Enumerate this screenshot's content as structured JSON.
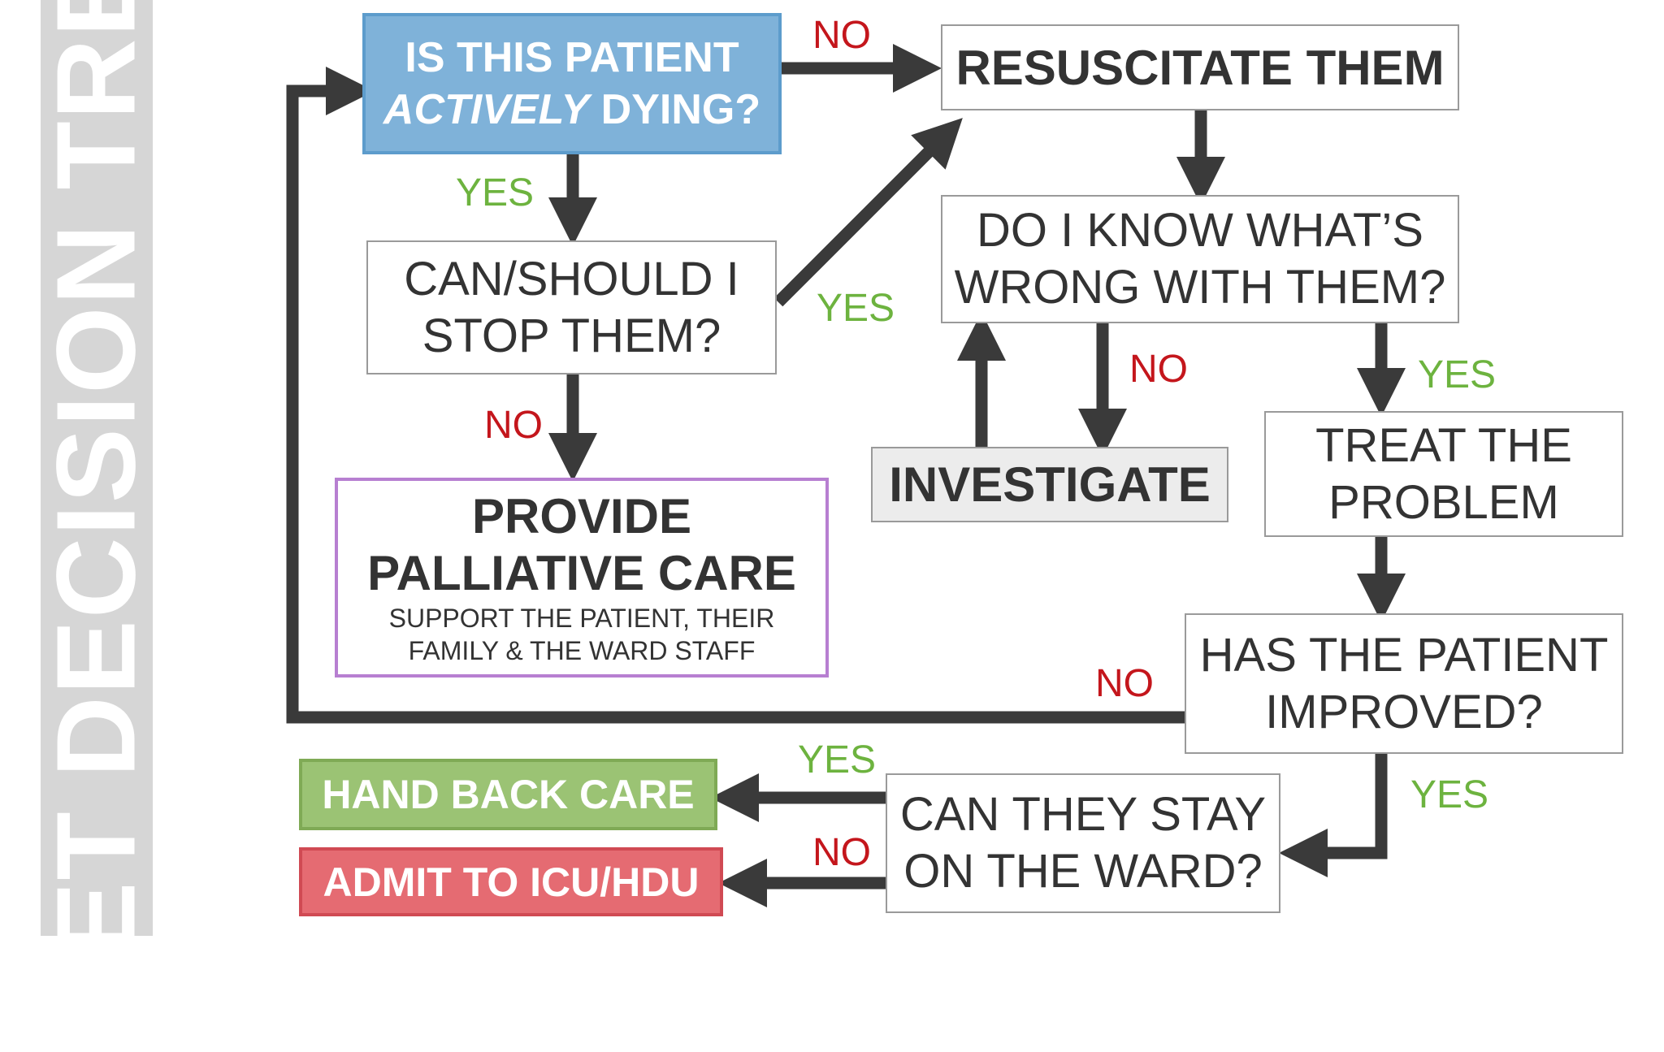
{
  "side_title": "MET DECISION TREE",
  "nodes": {
    "actively_dying": {
      "line1": "IS THIS PATIENT",
      "line2_em": "ACTIVELY",
      "line2_rest": " DYING?"
    },
    "resuscitate": {
      "text": "RESUSCITATE THEM"
    },
    "stop_them": {
      "line1": "CAN/SHOULD I",
      "line2": "STOP THEM?"
    },
    "know_wrong": {
      "line1": "DO I KNOW WHAT’S",
      "line2": "WRONG WITH THEM?"
    },
    "palliative": {
      "line1": "PROVIDE",
      "line2": "PALLIATIVE CARE",
      "sub1": "SUPPORT THE PATIENT, THEIR",
      "sub2": "FAMILY & THE WARD STAFF"
    },
    "investigate": {
      "text": "INVESTIGATE"
    },
    "treat": {
      "line1": "TREAT THE",
      "line2": "PROBLEM"
    },
    "improved": {
      "line1": "HAS THE PATIENT",
      "line2": "IMPROVED?"
    },
    "stay_ward": {
      "line1": "CAN THEY STAY",
      "line2": "ON THE WARD?"
    },
    "hand_back": {
      "text": "HAND BACK CARE"
    },
    "admit": {
      "text": "ADMIT TO ICU/HDU"
    }
  },
  "edge_labels": {
    "dying_no": "NO",
    "dying_yes": "YES",
    "stop_yes": "YES",
    "stop_no": "NO",
    "know_no": "NO",
    "know_yes": "YES",
    "improved_no": "NO",
    "improved_yes": "YES",
    "stay_yes": "YES",
    "stay_no": "NO"
  },
  "colors": {
    "arrow": "#3a3a3a",
    "yes": "#6db33f",
    "no": "#c4161c",
    "dying_fill": "#7fb2d9",
    "dying_border": "#5d9ccc",
    "palliative_border": "#b77fd1",
    "hand_back_fill": "#9bc374",
    "hand_back_border": "#7faa55",
    "admit_fill": "#e56b72",
    "admit_border": "#d04a53",
    "investigate_fill": "#ececec"
  }
}
